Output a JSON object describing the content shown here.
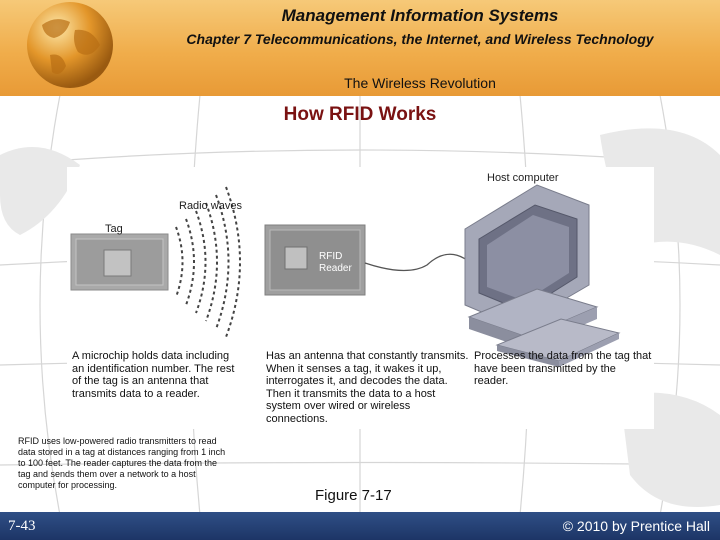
{
  "header": {
    "title": "Management Information Systems",
    "chapter": "Chapter 7 Telecommunications, the Internet, and Wireless Technology",
    "section": "The Wireless Revolution"
  },
  "slide_title": "How RFID Works",
  "figure": {
    "labels": {
      "host_computer": "Host computer",
      "radio_waves": "Radio waves",
      "tag": "Tag",
      "reader_line1": "RFID",
      "reader_line2": "Reader"
    },
    "descriptions": {
      "tag": "A microchip holds data including an identification number. The rest of the tag is an antenna that transmits data to a reader.",
      "reader": "Has an antenna that constantly transmits. When it senses a tag, it wakes it up, interrogates it, and decodes the data. Then it transmits the data to a host system over wired or wireless connections.",
      "host": "Processes the data from the tag that have been transmitted by the reader."
    }
  },
  "caption": "RFID uses low-powered radio transmitters to read data stored in a tag at distances ranging from 1 inch to 100 feet. The reader captures the data from the tag and sends them over a network to a host computer for processing.",
  "figure_number": "Figure 7-17",
  "footer": {
    "slide_number": "7-43",
    "copyright": "© 2010 by Prentice Hall"
  },
  "colors": {
    "header_orange": "#f0ad4b",
    "title_red": "#7a1212",
    "footer_blue": "#1d3566",
    "device_gray": "#9a9a9a"
  }
}
